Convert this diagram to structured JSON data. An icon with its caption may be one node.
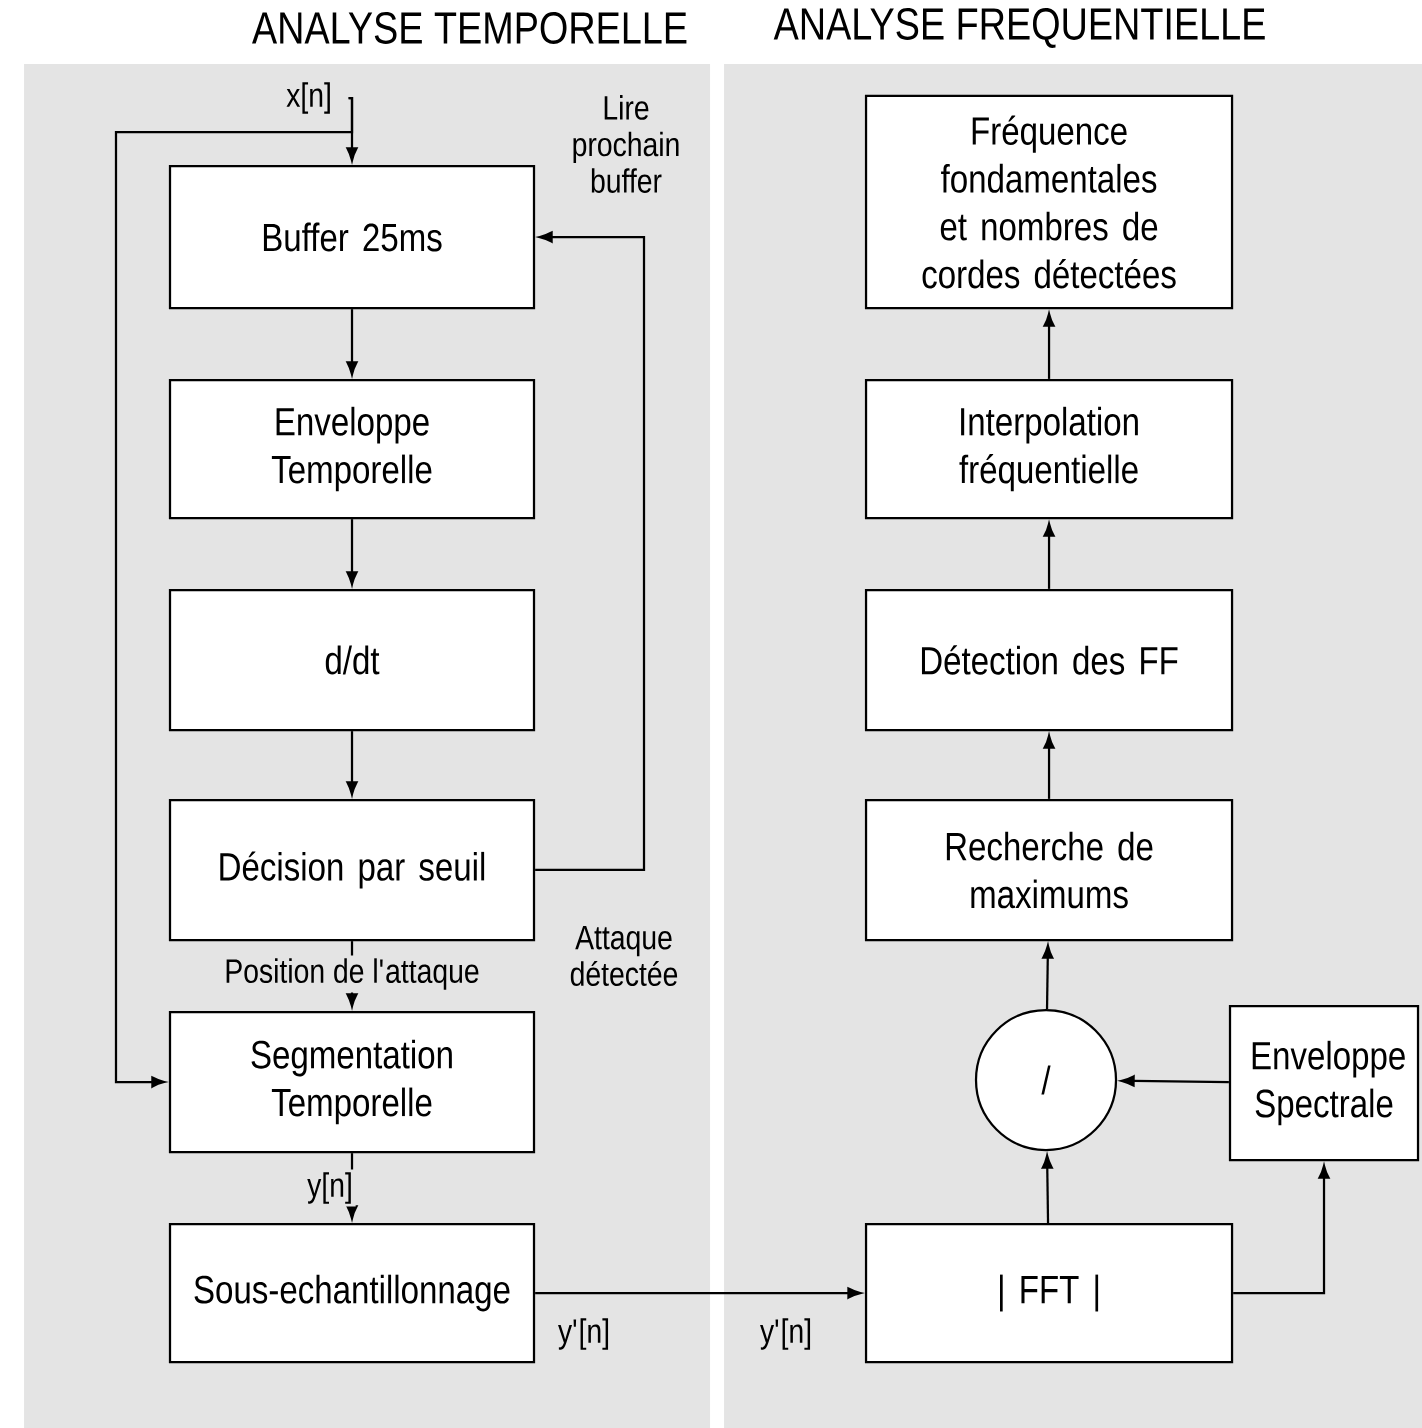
{
  "diagram": {
    "nodes": [
      {
        "text": [
          "ANALYSE TEMPORELLE"
        ]
      },
      {
        "text": [
          "x[n]"
        ],
        "in": 0
      },
      {
        "text": [
          "Buffer 25ms"
        ],
        "in": 0
      },
      {
        "text": [
          "Enveloppe Temporelle"
        ],
        "in": 0
      },
      {
        "text": [
          "d/dt"
        ],
        "in": 0
      },
      {
        "text": [
          "Décision par seuil"
        ],
        "in": 0
      },
      {
        "text": [
          "Segmentation Temporelle"
        ],
        "in": 0
      },
      {
        "text": [
          "Sous-echantillonnage"
        ],
        "in": 0
      },
      {
        "text": [
          "ANALYSE FREQUENTIELLE"
        ]
      },
      {
        "text": [
          "Fréquence fondamentales et nombres de cordes détectées"
        ],
        "in": 8
      },
      {
        "text": [
          "Interpolation fréquentielle"
        ],
        "in": 8
      },
      {
        "text": [
          "Détection des FF"
        ],
        "in": 8
      },
      {
        "text": [
          "Recherche de maximums"
        ],
        "in": 8
      },
      {
        "text": [
          "/"
        ],
        "in": 8
      },
      {
        "text": [
          "Enveloppe Spectrale"
        ],
        "in": 8
      },
      {
        "text": [
          "| FFT |"
        ],
        "in": 8
      }
    ],
    "edges": [
      {
        "from": 1,
        "to": 2,
        "arrow": "to"
      },
      {
        "from": 1,
        "to": 6,
        "arrow": "to"
      },
      {
        "from": 2,
        "to": 3,
        "arrow": "to"
      },
      {
        "from": 3,
        "to": 4,
        "arrow": "to"
      },
      {
        "from": 4,
        "to": 5,
        "arrow": "to"
      },
      {
        "from": 5,
        "to": 6,
        "arrow": "to",
        "label": "Position de l'attaque"
      },
      {
        "from": 5,
        "to": 2,
        "arrow": "to",
        "label": "Lire prochain buffer"
      },
      {
        "from": 6,
        "to": 7,
        "arrow": "to",
        "label": "y[n]"
      },
      {
        "from": 7,
        "to": 15,
        "arrow": "to",
        "label": "y'[n]"
      },
      {
        "from": 15,
        "to": 13,
        "arrow": "to"
      },
      {
        "from": 15,
        "to": 14,
        "arrow": "to"
      },
      {
        "from": 14,
        "to": 13,
        "arrow": "to"
      },
      {
        "from": 13,
        "to": 12,
        "arrow": "to"
      },
      {
        "from": 12,
        "to": 11,
        "arrow": "to"
      },
      {
        "from": 11,
        "to": 10,
        "arrow": "to"
      },
      {
        "from": 10,
        "to": 9,
        "arrow": "to"
      }
    ],
    "labels": [
      "Attaque détectée",
      "y'[n]"
    ]
  }
}
